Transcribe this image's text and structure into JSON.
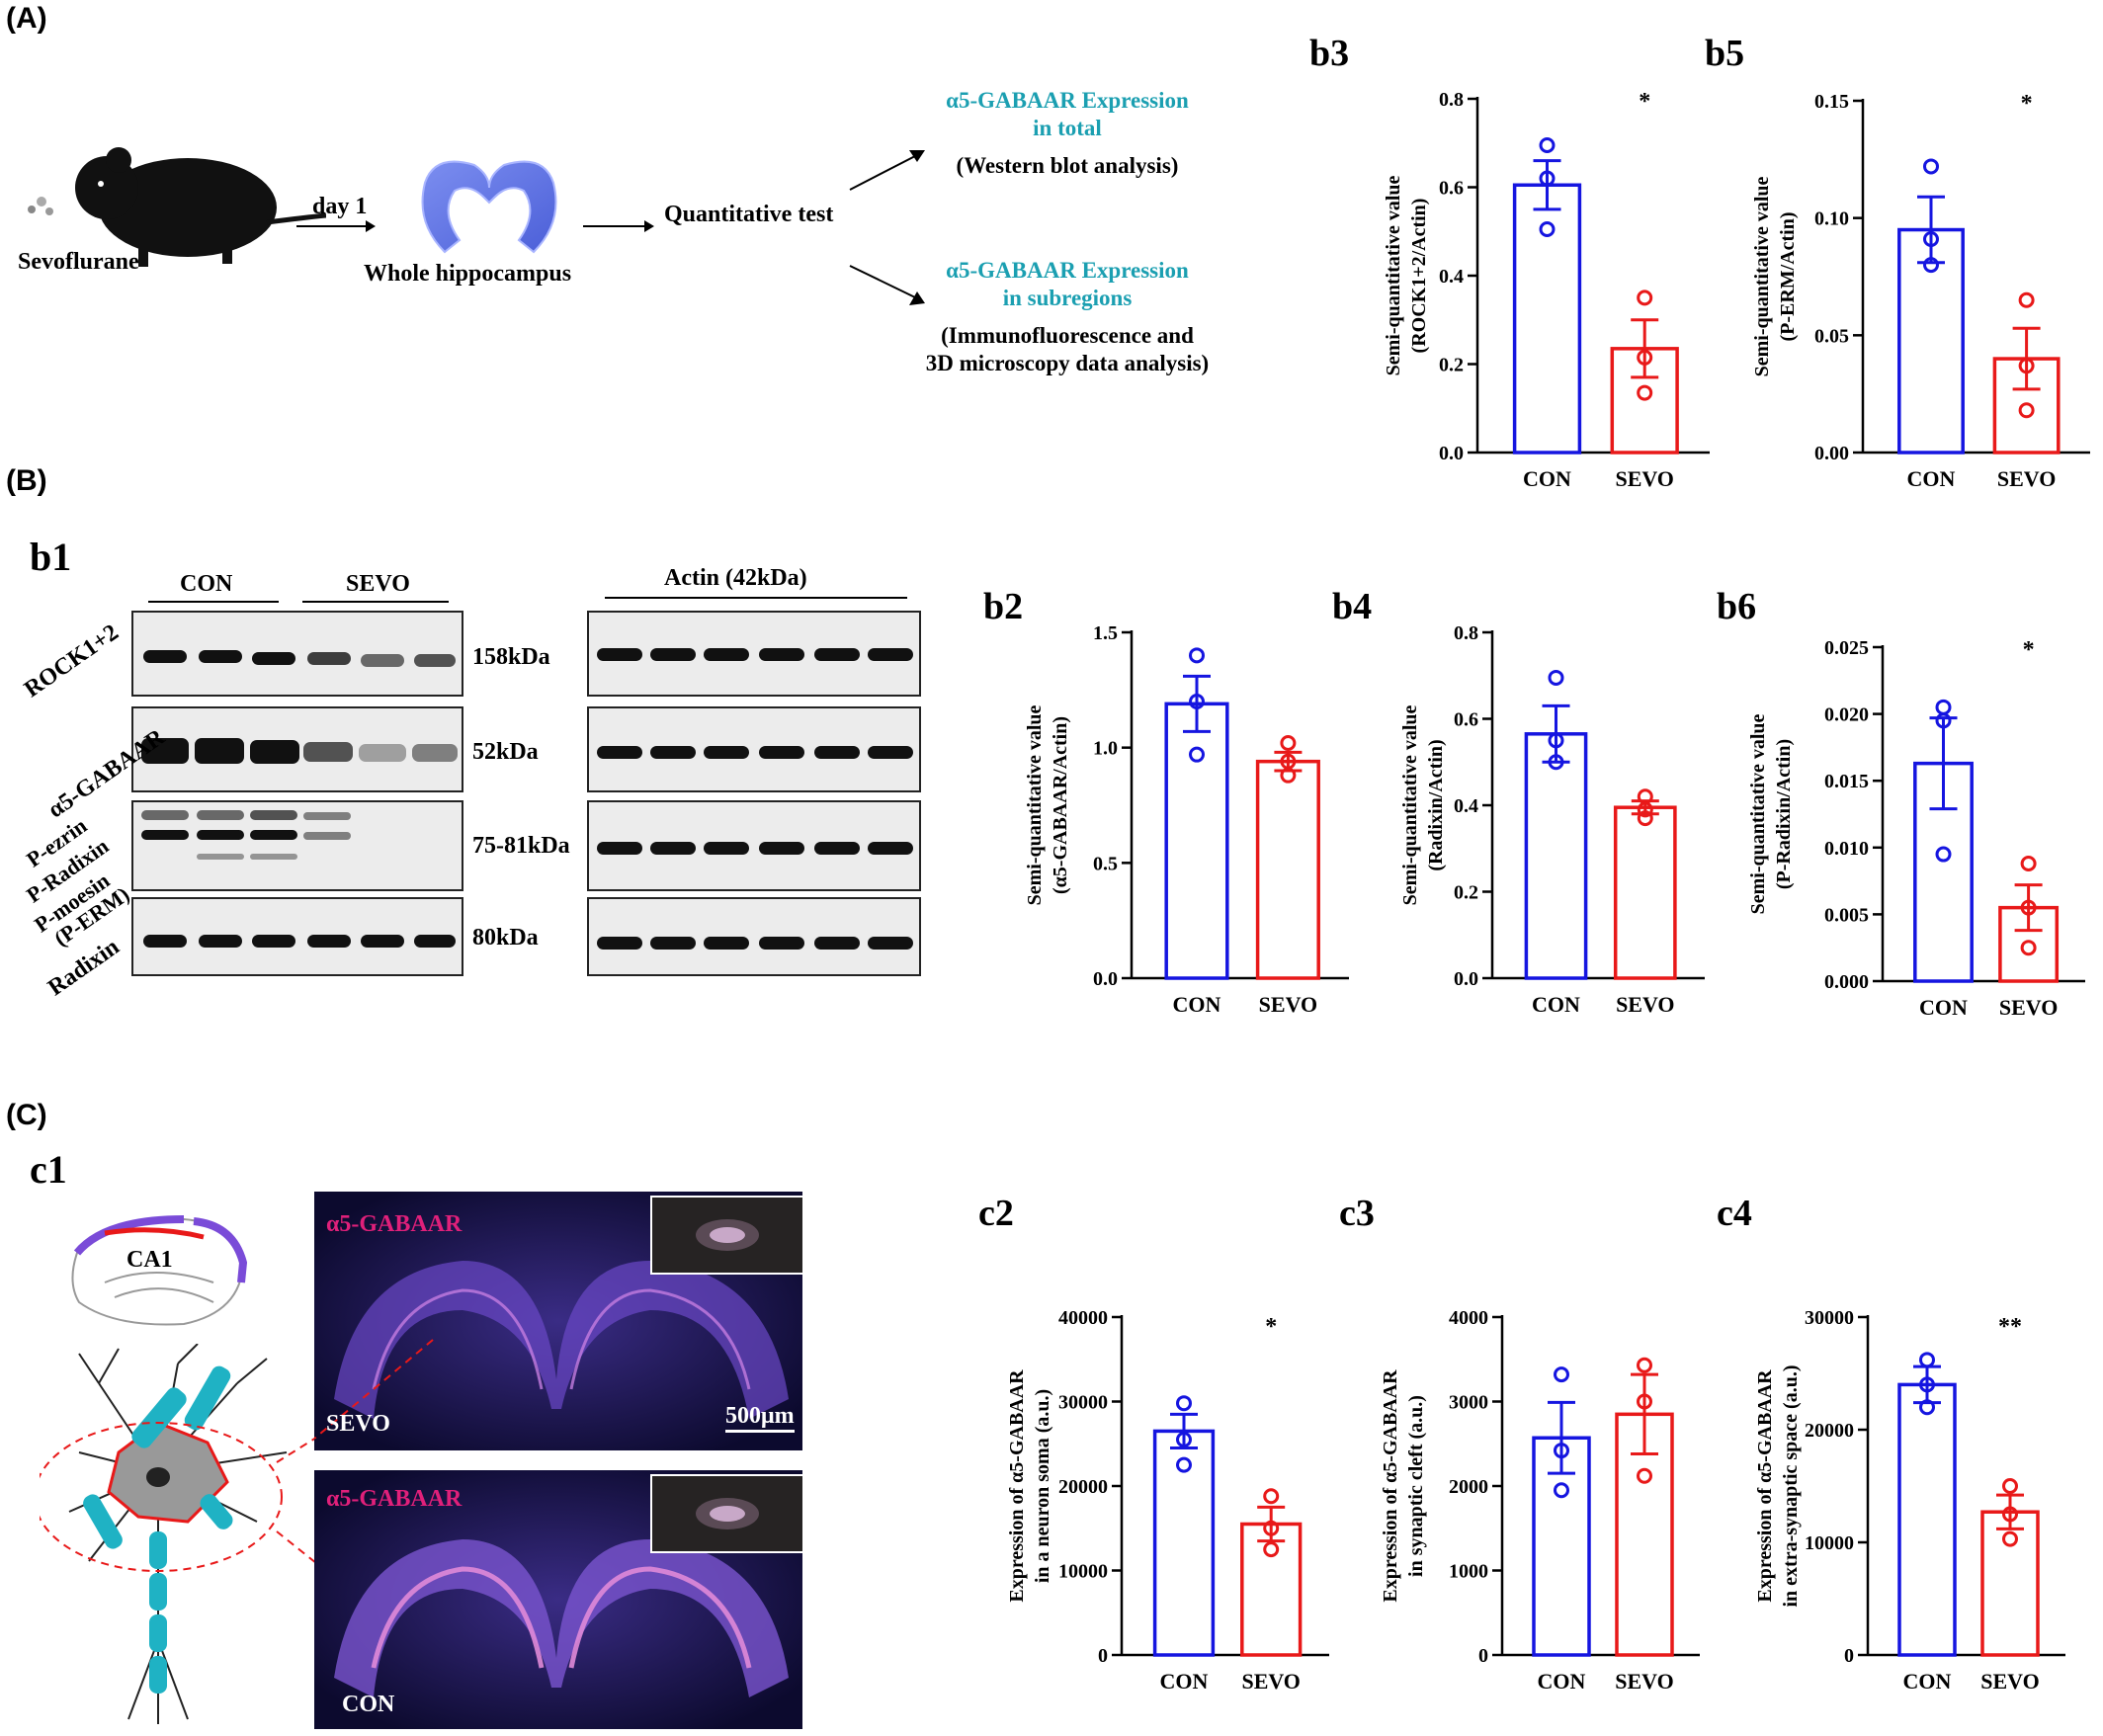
{
  "labels": {
    "section_a": "(A)",
    "section_b": "(B)",
    "section_c": "(C)",
    "b1": "b1",
    "c1": "c1"
  },
  "schematic": {
    "drug": "Sevoflurane",
    "day": "day 1",
    "tissue": "Whole hippocampus",
    "test": "Quantitative test",
    "total_title": "α5-GABAAR Expression\nin total",
    "total_method": "(Western blot analysis)",
    "sub_title": "α5-GABAAR Expression\nin subregions",
    "sub_method": "(Immunofluorescence and\n3D microscopy data analysis)"
  },
  "blot": {
    "con": "CON",
    "sevo": "SEVO",
    "actin": "Actin (42kDa)",
    "rows": [
      "ROCK1+2",
      "α5-GABAAR",
      "P-ezrin",
      "P-Radixin",
      "P-moesin",
      "(P-ERM)",
      "Radixin"
    ],
    "kda": [
      "158kDa",
      "52kDa",
      "75-81kDa",
      "80kDa"
    ]
  },
  "micro": {
    "stain": "α5-GABAAR",
    "top_group": "SEVO",
    "bottom_group": "CON",
    "scale": "500μm",
    "region": "CA1"
  },
  "colors": {
    "con": "#1515e0",
    "sevo": "#e81919",
    "cyan": "#1b9fb1",
    "magenta": "#e0207a"
  },
  "chart_data": [
    {
      "id": "b3",
      "type": "bar",
      "categories": [
        "CON",
        "SEVO"
      ],
      "values": [
        0.605,
        0.235
      ],
      "sem": [
        0.055,
        0.065
      ],
      "points": [
        [
          0.695,
          0.62,
          0.505
        ],
        [
          0.35,
          0.215,
          0.135
        ]
      ],
      "ylabel": "Semi-quantitative value\n(ROCK1+2/Actin)",
      "ylim": [
        0,
        0.8
      ],
      "yticks": [
        "0.0",
        "0.2",
        "0.4",
        "0.6",
        "0.8"
      ],
      "significance": "*"
    },
    {
      "id": "b5",
      "type": "bar",
      "categories": [
        "CON",
        "SEVO"
      ],
      "values": [
        0.095,
        0.04
      ],
      "sem": [
        0.014,
        0.013
      ],
      "points": [
        [
          0.122,
          0.091,
          0.08
        ],
        [
          0.065,
          0.037,
          0.018
        ]
      ],
      "ylabel": "Semi-quantitative value\n(P-ERM/Actin)",
      "ylim": [
        0,
        0.15
      ],
      "yticks": [
        "0.00",
        "0.05",
        "0.10",
        "0.15"
      ],
      "significance": "*"
    },
    {
      "id": "b2",
      "type": "bar",
      "categories": [
        "CON",
        "SEVO"
      ],
      "values": [
        1.19,
        0.94
      ],
      "sem": [
        0.12,
        0.04
      ],
      "points": [
        [
          1.4,
          1.2,
          0.97
        ],
        [
          1.02,
          0.94,
          0.88
        ]
      ],
      "ylabel": "Semi-quantitative value\n(α5-GABAAR/Actin)",
      "ylim": [
        0,
        1.5
      ],
      "yticks": [
        "0.0",
        "0.5",
        "1.0",
        "1.5"
      ],
      "significance": ""
    },
    {
      "id": "b4",
      "type": "bar",
      "categories": [
        "CON",
        "SEVO"
      ],
      "values": [
        0.565,
        0.395
      ],
      "sem": [
        0.065,
        0.015
      ],
      "points": [
        [
          0.695,
          0.55,
          0.5
        ],
        [
          0.42,
          0.39,
          0.37
        ]
      ],
      "ylabel": "Semi-quantitative value\n(Radixin/Actin)",
      "ylim": [
        0,
        0.8
      ],
      "yticks": [
        "0.0",
        "0.2",
        "0.4",
        "0.6",
        "0.8"
      ],
      "significance": ""
    },
    {
      "id": "b6",
      "type": "bar",
      "categories": [
        "CON",
        "SEVO"
      ],
      "values": [
        0.0163,
        0.0055
      ],
      "sem": [
        0.0034,
        0.0017
      ],
      "points": [
        [
          0.0205,
          0.0195,
          0.0095
        ],
        [
          0.0088,
          0.0055,
          0.0025
        ]
      ],
      "ylabel": "Semi-quantitative value\n(P-Radixin/Actin)",
      "ylim": [
        0,
        0.025
      ],
      "yticks": [
        "0.000",
        "0.005",
        "0.010",
        "0.015",
        "0.020",
        "0.025"
      ],
      "significance": "*"
    },
    {
      "id": "c2",
      "type": "bar",
      "categories": [
        "CON",
        "SEVO"
      ],
      "values": [
        26500,
        15500
      ],
      "sem": [
        2000,
        2000
      ],
      "points": [
        [
          29800,
          25500,
          22500
        ],
        [
          18800,
          15000,
          12500
        ]
      ],
      "ylabel": "Expression of α5-GABAAR\nin a neuron soma (a.u.)",
      "ylim": [
        0,
        40000
      ],
      "yticks": [
        "0",
        "10000",
        "20000",
        "30000",
        "40000"
      ],
      "significance": "*"
    },
    {
      "id": "c3",
      "type": "bar",
      "categories": [
        "CON",
        "SEVO"
      ],
      "values": [
        2570,
        2850
      ],
      "sem": [
        420,
        470
      ],
      "points": [
        [
          3320,
          2420,
          1950
        ],
        [
          3430,
          3000,
          2120
        ]
      ],
      "ylabel": "Expression of α5-GABAAR\nin synaptic cleft (a.u.)",
      "ylim": [
        0,
        4000
      ],
      "yticks": [
        "0",
        "1000",
        "2000",
        "3000",
        "4000"
      ],
      "significance": ""
    },
    {
      "id": "c4",
      "type": "bar",
      "categories": [
        "CON",
        "SEVO"
      ],
      "values": [
        24000,
        12700
      ],
      "sem": [
        1600,
        1500
      ],
      "points": [
        [
          26200,
          24000,
          22000
        ],
        [
          15000,
          12500,
          10300
        ]
      ],
      "ylabel": "Expression of α5-GABAAR\nin extra-synaptic space (a.u.)",
      "ylim": [
        0,
        30000
      ],
      "yticks": [
        "0",
        "10000",
        "20000",
        "30000"
      ],
      "significance": "**"
    }
  ]
}
